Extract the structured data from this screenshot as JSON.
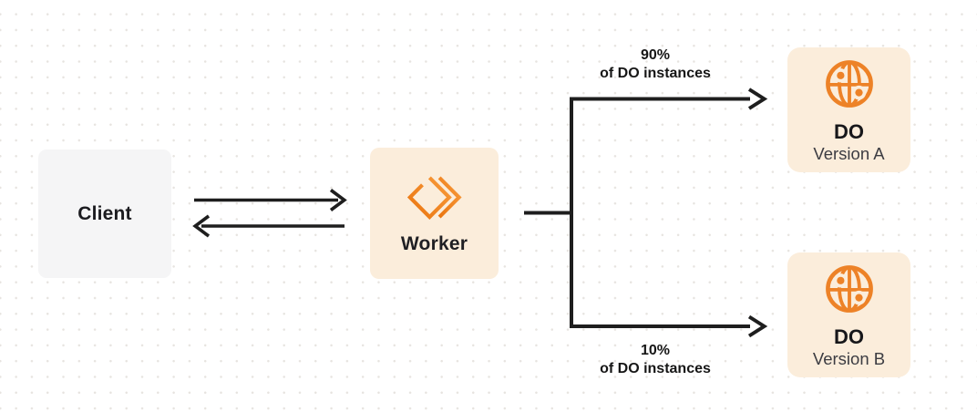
{
  "diagram": {
    "background": {
      "dot_color": "#E7E4E0"
    },
    "colors": {
      "accent_orange": "#F38020",
      "globe_orange": "#ED8227",
      "node_cream": "#FBEDDB",
      "node_gray": "#F5F5F6",
      "connector_dark": "#1E1E1E"
    },
    "client": {
      "label": "Client"
    },
    "worker": {
      "label": "Worker",
      "icon": "cloudflare-workers-logo"
    },
    "branches": [
      {
        "percent": "90%",
        "caption": "of DO instances",
        "target": {
          "icon": "durable-object-globe",
          "title": "DO",
          "subtitle": "Version A"
        }
      },
      {
        "percent": "10%",
        "caption": "of DO instances",
        "target": {
          "icon": "durable-object-globe",
          "title": "DO",
          "subtitle": "Version B"
        }
      }
    ]
  }
}
